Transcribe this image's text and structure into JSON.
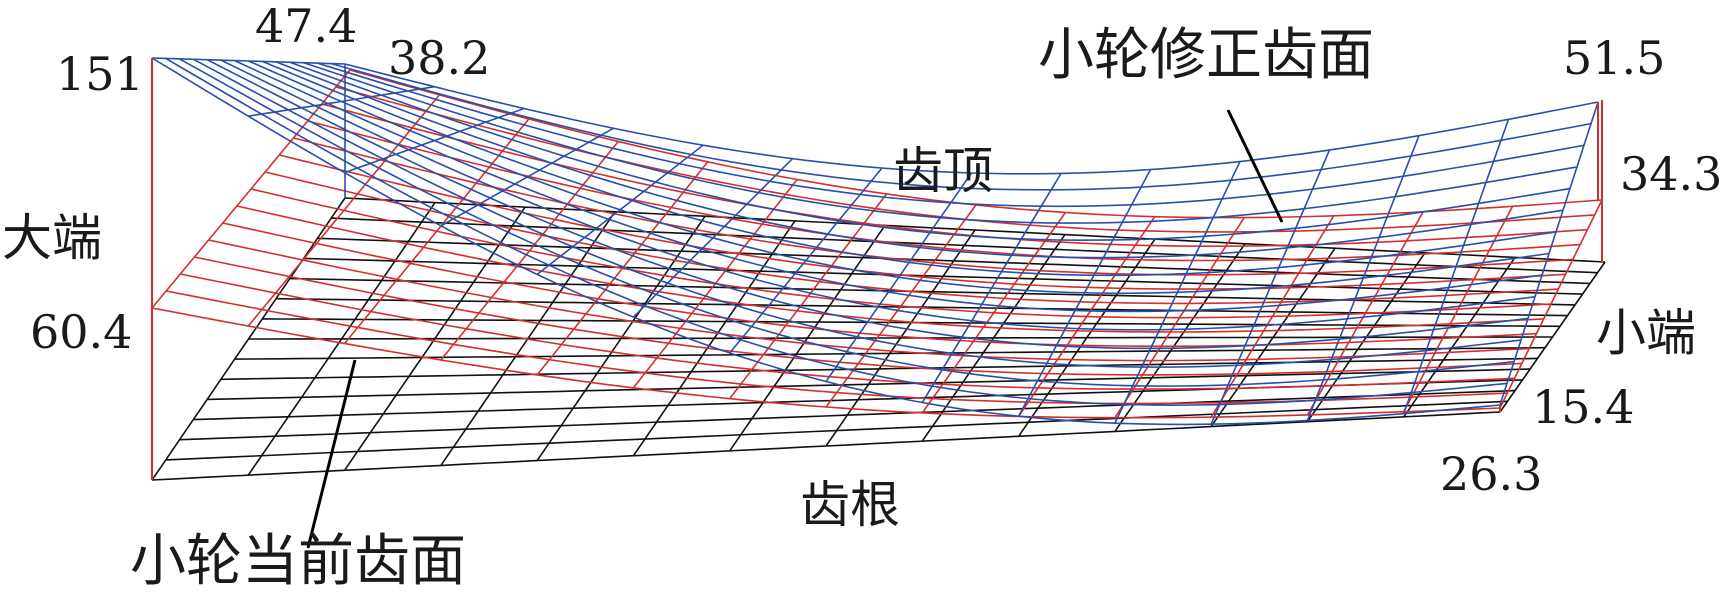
{
  "labels": {
    "big_end": "大端",
    "small_end": "小端",
    "tooth_top": "齿顶",
    "tooth_root": "齿根",
    "modified_surface": "小轮修正齿面",
    "current_surface": "小轮当前齿面"
  },
  "values": {
    "v151": "151",
    "v47_4": "47.4",
    "v38_2": "38.2",
    "v51_5": "51.5",
    "v34_3": "34.3",
    "v60_4": "60.4",
    "v15_4": "15.4",
    "v26_3": "26.3"
  },
  "colors": {
    "modified_mesh": "#2a4fa8",
    "current_mesh": "#d23030",
    "base_mesh": "#111111",
    "verticals": "#d23030",
    "leader": "#000000"
  }
}
